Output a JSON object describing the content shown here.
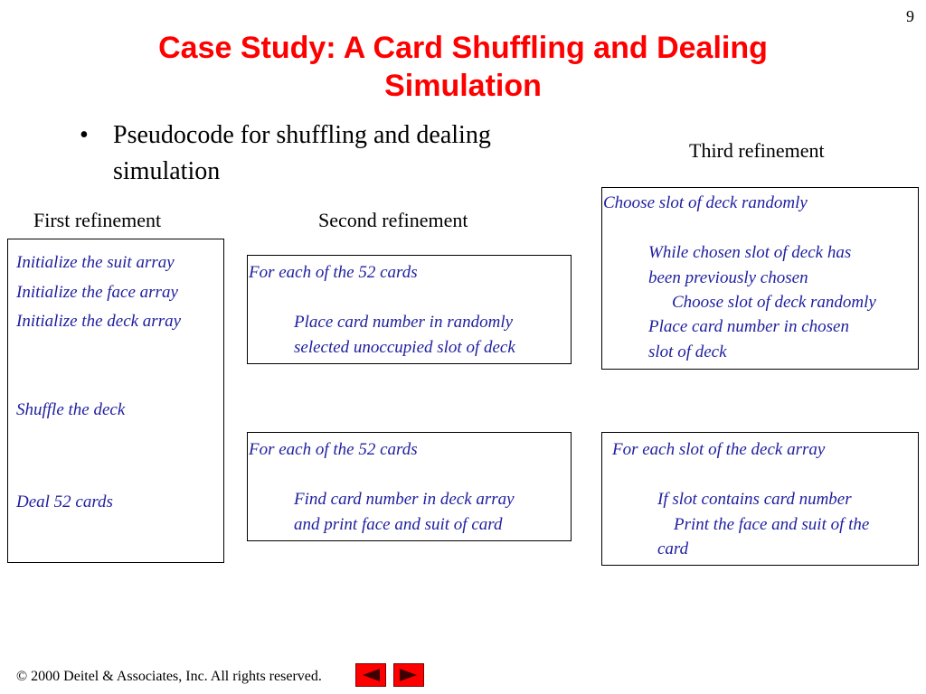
{
  "slide": {
    "page_number": "9",
    "title_line1": "Case Study: A Card Shuffling and Dealing",
    "title_line2": "Simulation",
    "bullet_line1": "Pseudocode for shuffling and dealing",
    "bullet_line2": "simulation",
    "bullet_glyph": "•"
  },
  "headings": {
    "first": "First refinement",
    "second": "Second refinement",
    "third": "Third refinement"
  },
  "first_refinement": {
    "init_suit": "Initialize the suit array",
    "init_face": "Initialize the face array",
    "init_deck": "Initialize the deck array",
    "shuffle": "Shuffle the deck",
    "deal": "Deal 52 cards"
  },
  "second_shuffle": {
    "loop": "For each of the 52 cards",
    "body1": "Place card number in randomly",
    "body2": "selected unoccupied slot of deck"
  },
  "second_deal": {
    "loop": "For each of the 52 cards",
    "body1": "Find card number in deck array",
    "body2": "and print face and suit of card"
  },
  "third_shuffle": {
    "choose": "Choose slot of deck randomly",
    "while1": "While chosen slot of deck has",
    "while2": "been previously chosen",
    "choose_again": "Choose slot of deck randomly",
    "place1": "Place card number in chosen",
    "place2": "slot of deck"
  },
  "third_deal": {
    "loop": "For each slot of the deck array",
    "if": "If slot contains card number",
    "print1": "Print the face and suit of the",
    "print2": "card"
  },
  "footer": {
    "copyright_symbol": "©",
    "text": "2000 Deitel & Associates, Inc.  All rights reserved."
  },
  "colors": {
    "title": "#ff0000",
    "pseudocode": "#2020a0",
    "nav_button": "#ff0000"
  },
  "icons": {
    "prev": "previous-arrow-icon",
    "next": "next-arrow-icon"
  }
}
